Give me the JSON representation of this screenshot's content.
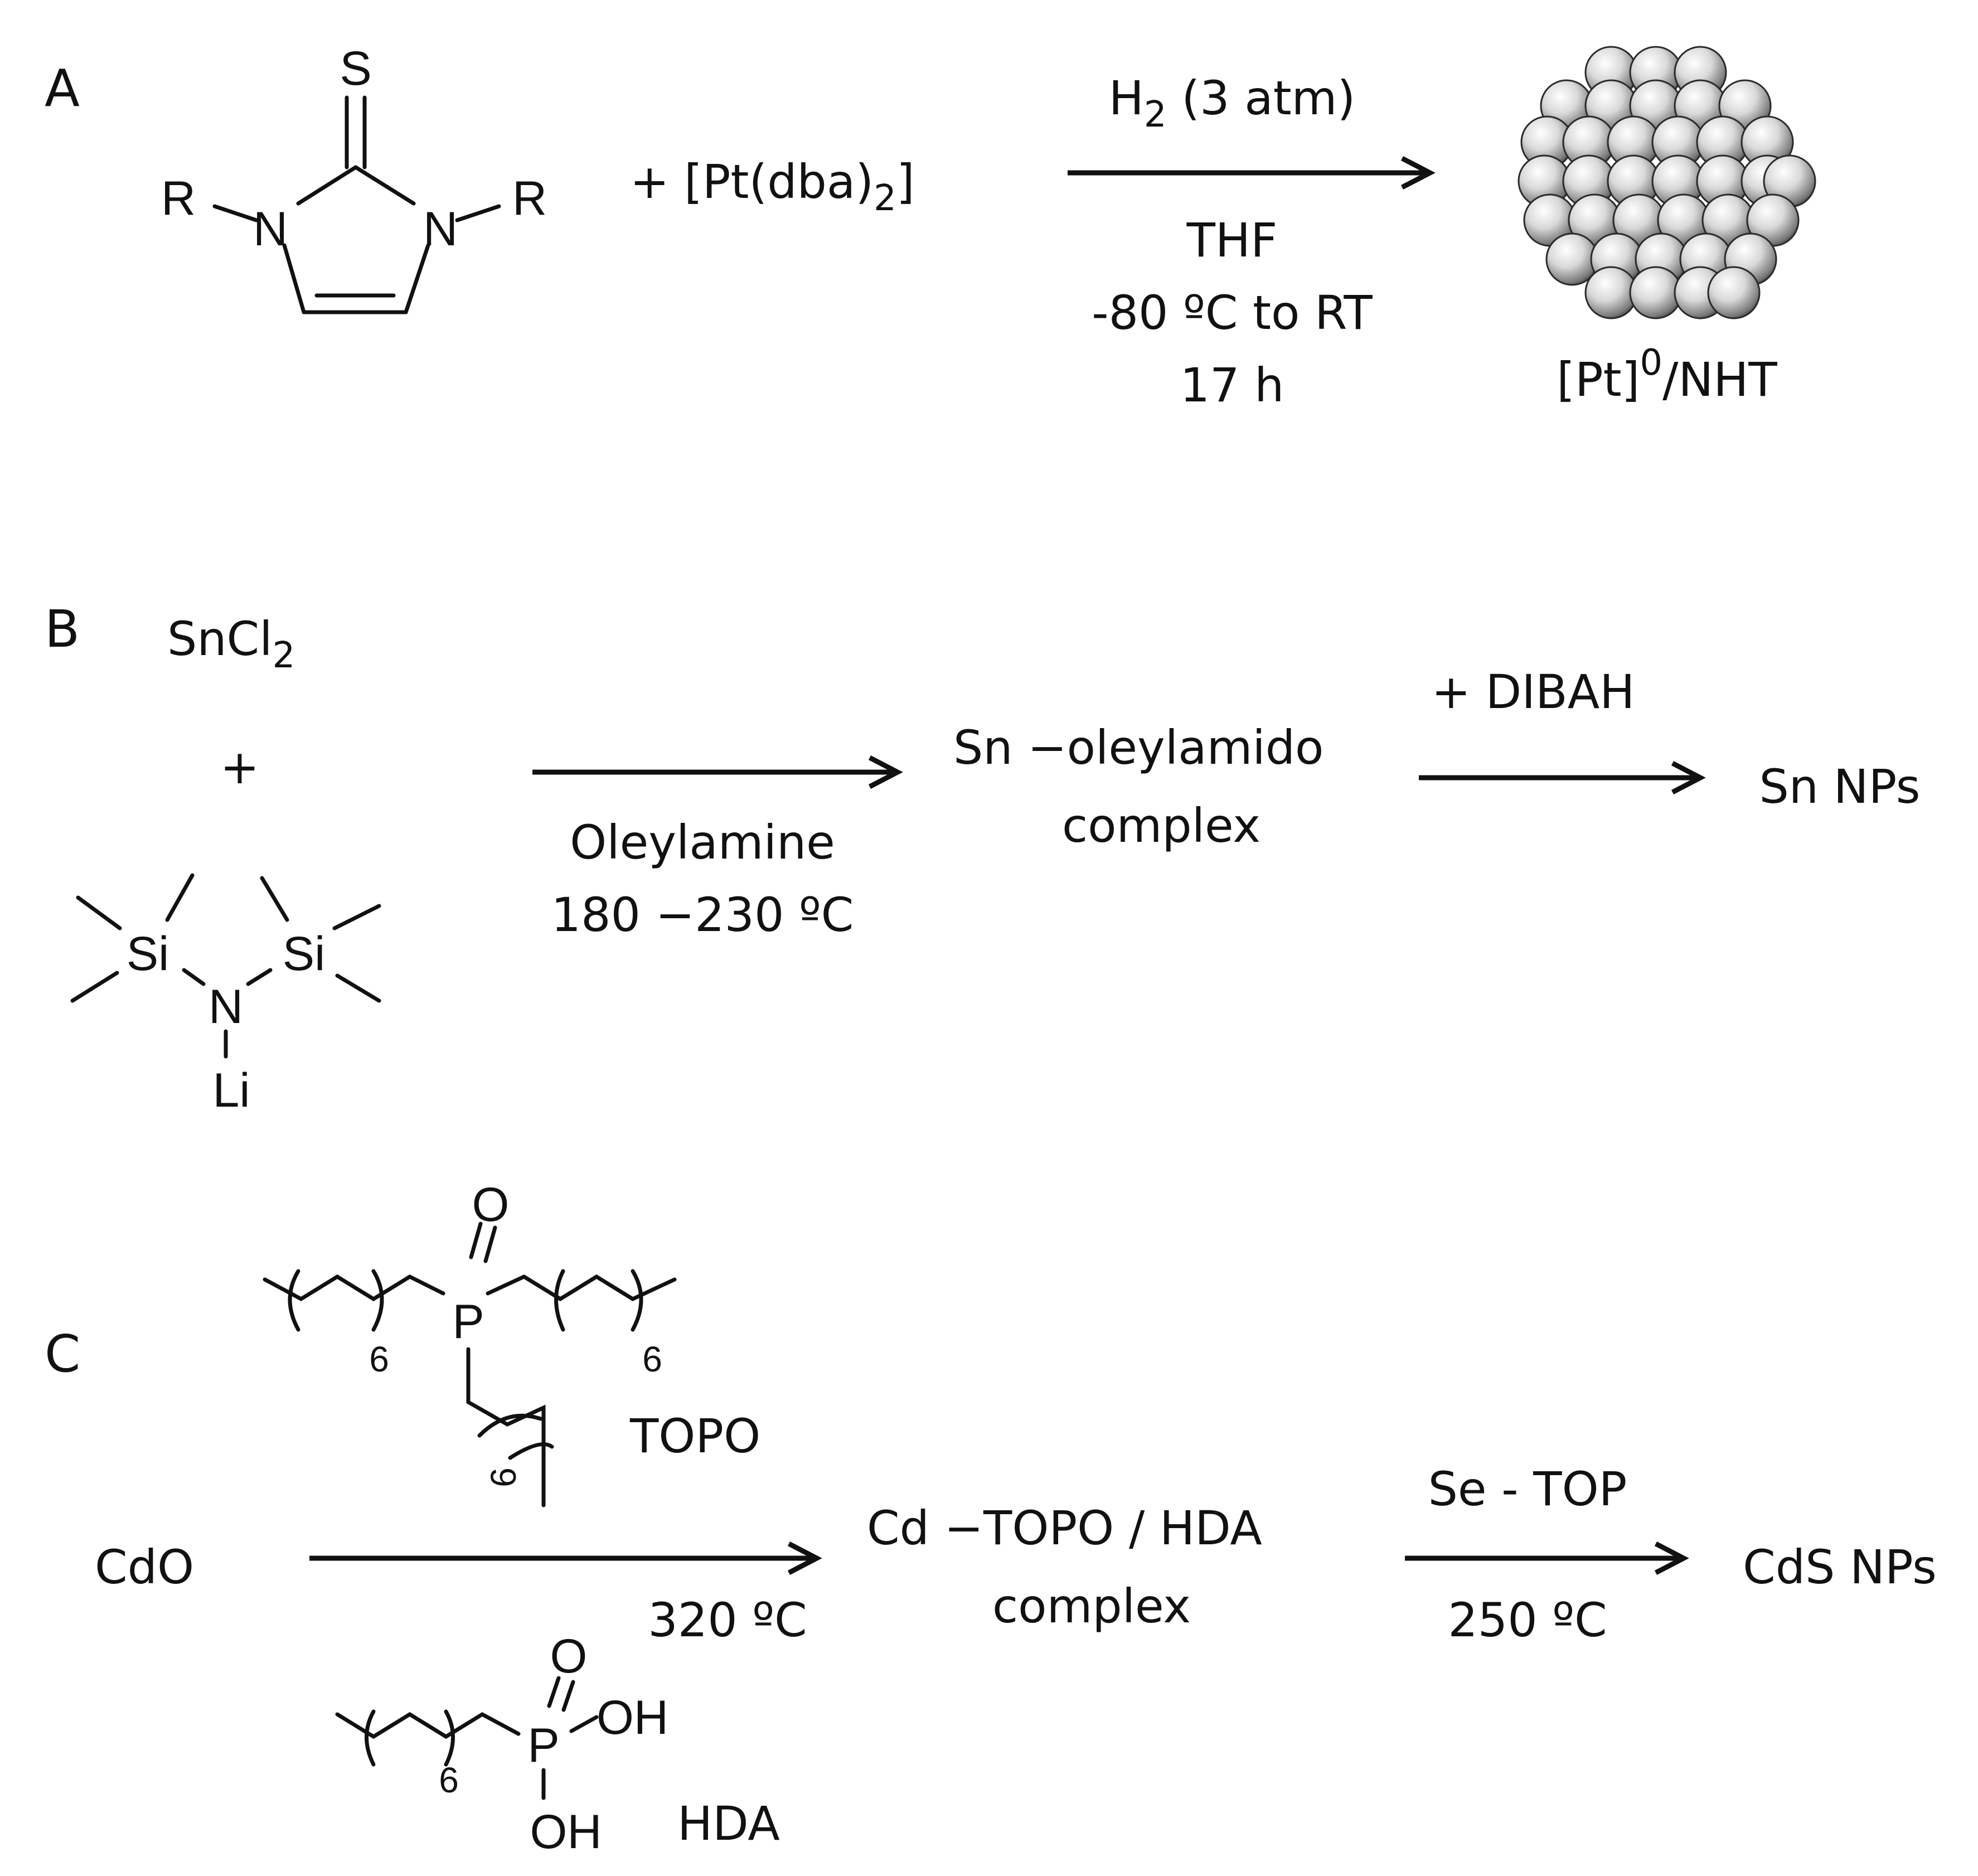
{
  "panels": {
    "a": "A",
    "b": "B",
    "c": "C"
  },
  "scheme_a": {
    "atoms": {
      "s": "S",
      "n1": "N",
      "n2": "N",
      "r1": "R",
      "r2": "R"
    },
    "reagent_prefix": "+ [Pt(dba)",
    "reagent_sub": "2",
    "reagent_suffix": "]",
    "cond_above_h": "H",
    "cond_above_sub": "2",
    "cond_above_rest": " (3 atm)",
    "cond_below": [
      "THF",
      "-80 ºC to RT",
      "17 h"
    ],
    "product_prefix": "[Pt]",
    "product_sup": "0",
    "product_suffix": "/NHT"
  },
  "scheme_b": {
    "reactant1_main": "SnCl",
    "reactant1_sub": "2",
    "plus": "+",
    "atoms": {
      "si1": "Si",
      "si2": "Si",
      "n": "N",
      "li": "Li"
    },
    "cond_below": [
      "Oleylamine",
      "180 −230 ºC"
    ],
    "intermediate": [
      "Sn −oleylamido",
      "complex"
    ],
    "cond_step2": "+ DIBAH",
    "product": "Sn NPs"
  },
  "scheme_c": {
    "reactant": "CdO",
    "topo_atoms": {
      "o": "O",
      "p": "P",
      "n1": "6",
      "n2": "6",
      "n3": "6"
    },
    "topo_label": "TOPO",
    "cond1": "320 ºC",
    "hda_atoms": {
      "p": "P",
      "o": "O",
      "oh1": "OH",
      "oh2": "OH",
      "n": "6"
    },
    "hda_label": "HDA",
    "intermediate": [
      "Cd −TOPO / HDA",
      "complex"
    ],
    "cond2_above": "Se - TOP",
    "cond2_below": "250 ºC",
    "product": "CdS NPs"
  },
  "colors": {
    "ink": "#111111",
    "sphere_light": "#f4f4f4",
    "sphere_dark": "#6e6e6e"
  }
}
